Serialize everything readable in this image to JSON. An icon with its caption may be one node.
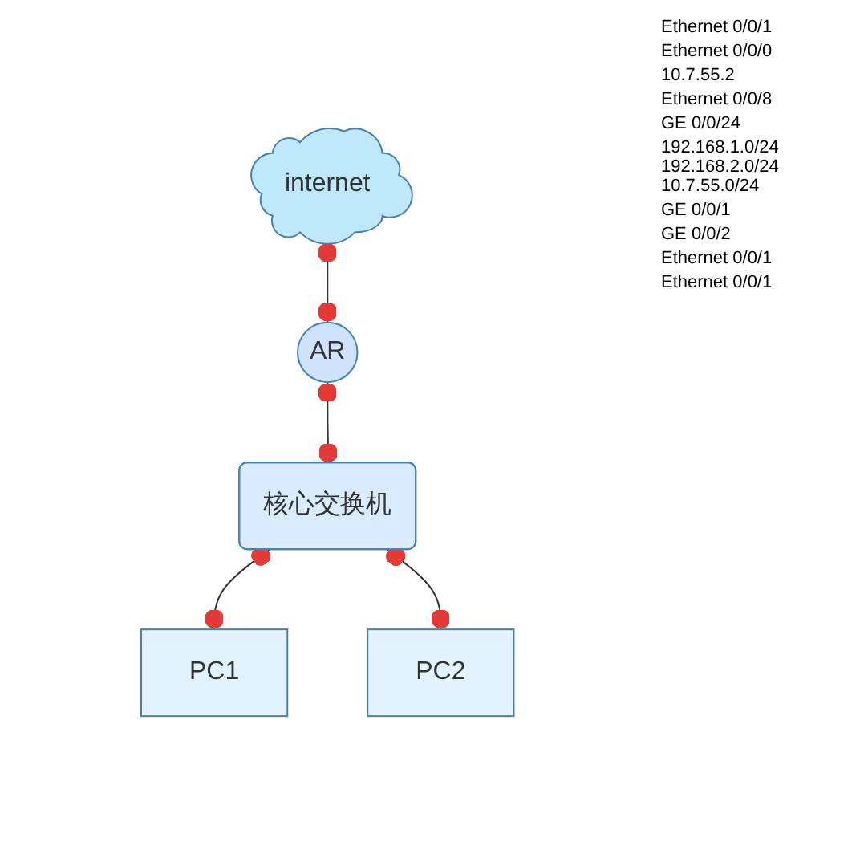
{
  "diagram": {
    "nodes": [
      {
        "text": [
          "internet"
        ]
      },
      {
        "text": [
          "AR"
        ]
      },
      {
        "text": [
          "核心交换机"
        ]
      },
      {
        "text": [
          "PC1"
        ]
      },
      {
        "text": [
          "PC2"
        ]
      }
    ],
    "edges": [
      {
        "from": 0,
        "to": 1,
        "arrow": "other"
      },
      {
        "from": 1,
        "to": 2,
        "arrow": "other"
      },
      {
        "from": 2,
        "to": 3,
        "arrow": "other"
      },
      {
        "from": 2,
        "to": 4,
        "arrow": "other"
      }
    ],
    "labels": [
      "Ethernet 0/0/1",
      "Ethernet 0/0/0",
      "10.7.55.2",
      "Ethernet 0/0/8",
      "GE 0/0/24",
      "192.168.1.0/24 192.168.2.0/24 10.7.55.0/24",
      "GE 0/0/1",
      "GE 0/0/2",
      "Ethernet 0/0/1",
      "Ethernet 0/0/1"
    ]
  }
}
